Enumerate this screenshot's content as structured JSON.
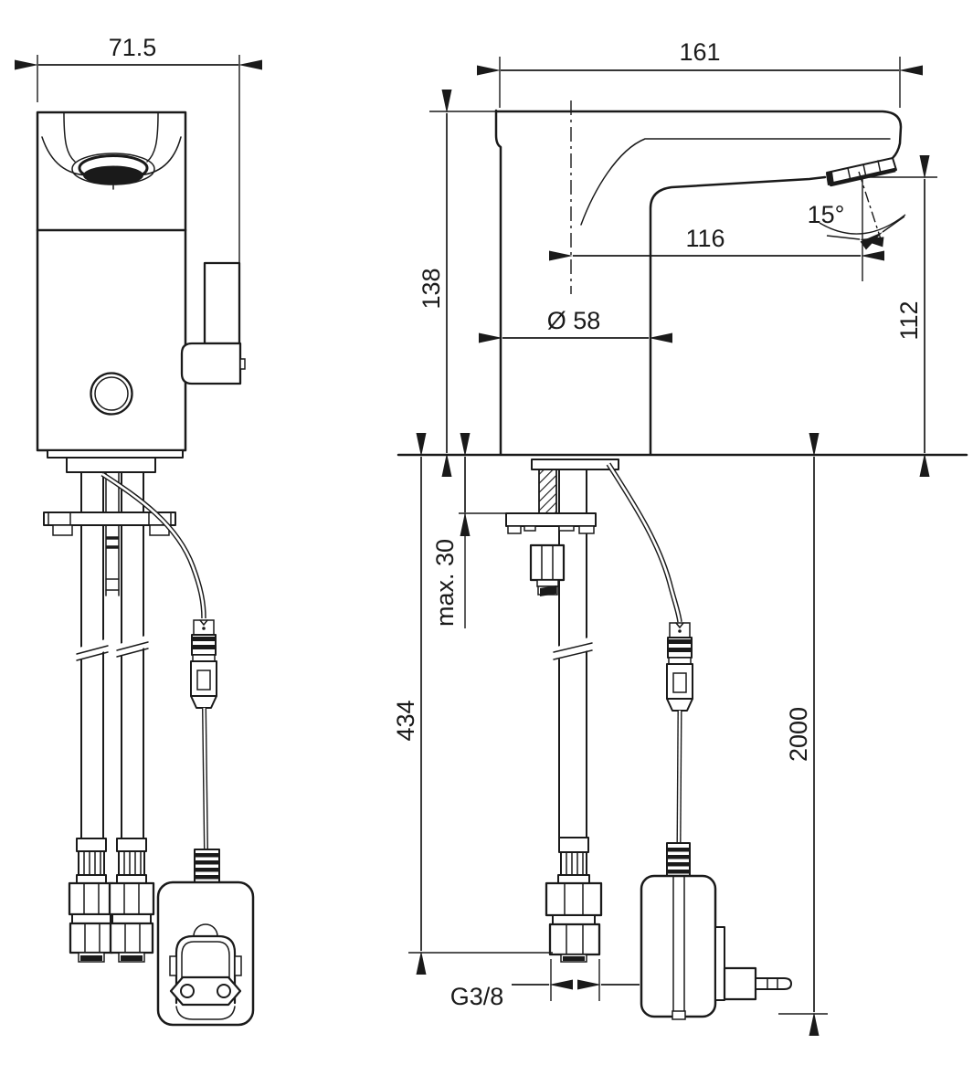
{
  "drawing": {
    "front_view": {
      "overall_width": "71.5"
    },
    "side_view": {
      "overall_length": "161",
      "body_height": "138",
      "spout_reach": "116",
      "spray_angle": "15°",
      "base_diameter": "Ø 58",
      "outlet_height": "112",
      "deck_thickness": "max. 30",
      "hose_length": "434",
      "cable_length": "2000",
      "thread_size": "G3/8"
    },
    "colors": {
      "line": "#1a1a1a",
      "background": "#ffffff"
    }
  }
}
